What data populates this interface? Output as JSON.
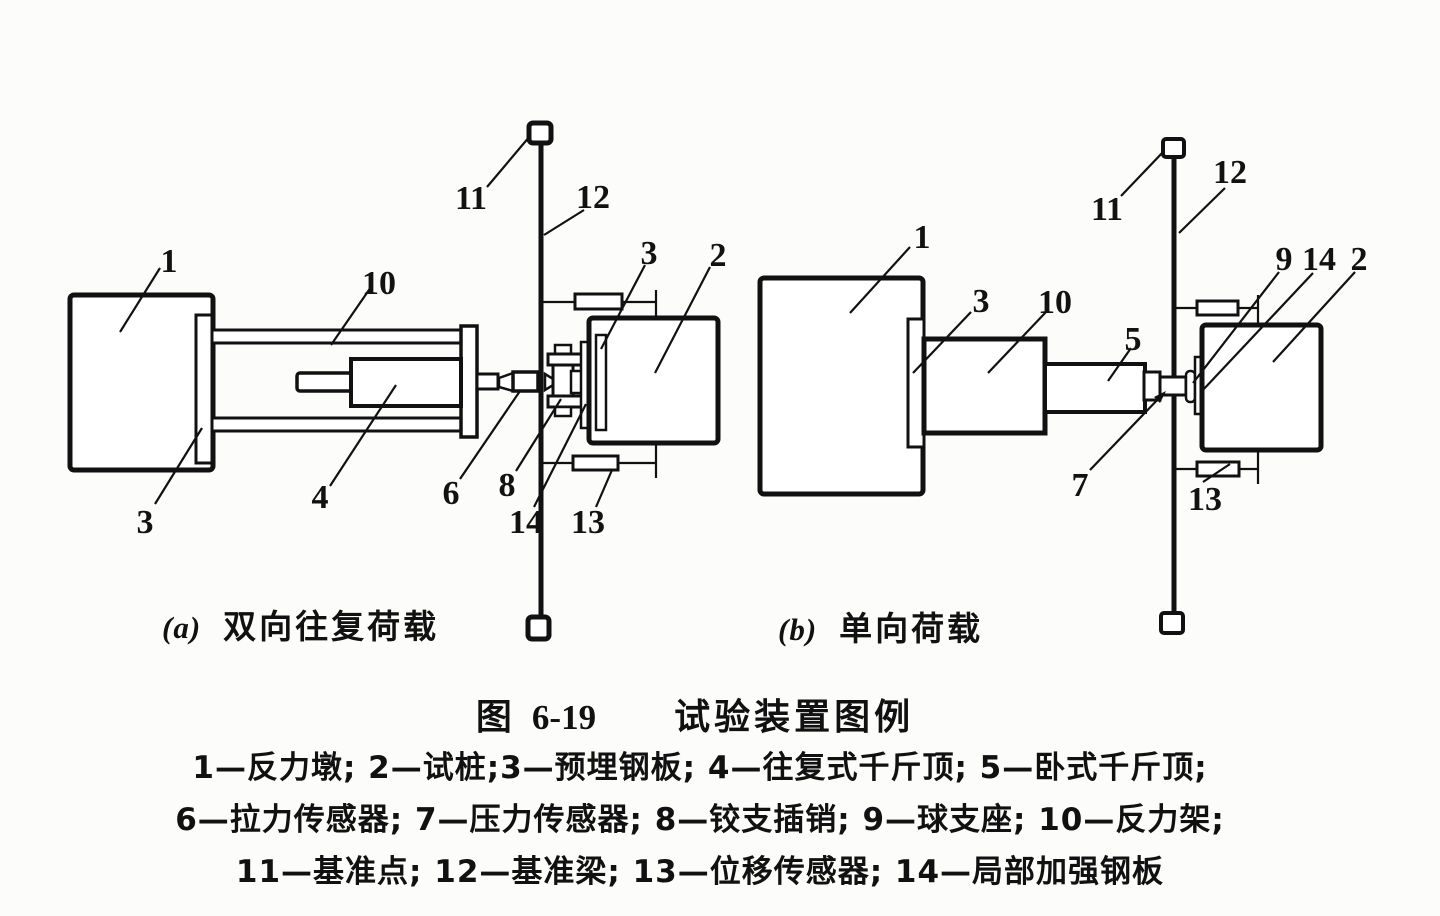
{
  "figure_caption": {
    "prefix": "图",
    "number": "6-19",
    "title": "试验装置图例"
  },
  "legend": {
    "line1": "1—反力墩; 2—试桩;3—预埋钢板; 4—往复式千斤顶; 5—卧式千斤顶;",
    "line2": "6—拉力传感器; 7—压力传感器; 8—铰支插销; 9—球支座; 10—反力架;",
    "line3": "11—基准点; 12—基准梁; 13—位移传感器; 14—局部加强钢板"
  },
  "diagram_a": {
    "tag": "(a)",
    "title": "双向往复荷载",
    "callouts": {
      "c1": "1",
      "c10": "10",
      "c11": "11",
      "c12": "12",
      "c3_top": "3",
      "c2": "2",
      "c3_bottom": "3",
      "c4": "4",
      "c6": "6",
      "c8": "8",
      "c14": "14",
      "c13": "13"
    }
  },
  "diagram_b": {
    "tag": "(b)",
    "title": "单向荷载",
    "callouts": {
      "c1": "1",
      "c3": "3",
      "c10": "10",
      "c5": "5",
      "c11": "11",
      "c12": "12",
      "c9": "9",
      "c14": "14",
      "c2": "2",
      "c7": "7",
      "c13": "13"
    }
  }
}
